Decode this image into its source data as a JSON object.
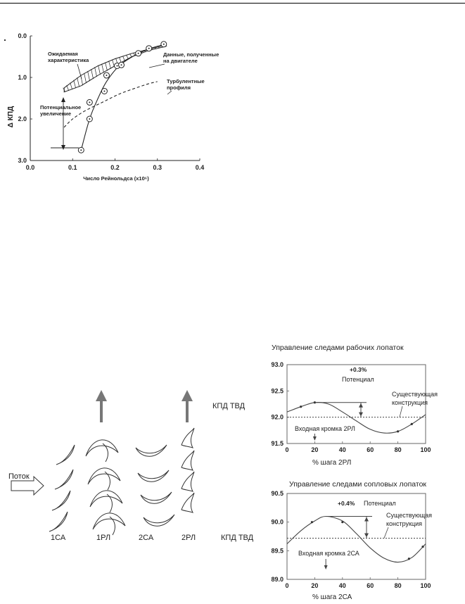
{
  "chart_data": [
    {
      "type": "scatter",
      "title": "",
      "xlabel": "Число Рейнольдса (x10⁶)",
      "ylabel": "Δ КПД",
      "xlim": [
        0.0,
        0.4
      ],
      "ylim": [
        0.0,
        3.0
      ],
      "y_inverted": true,
      "x_ticks": [
        "0.0",
        "0.1",
        "0.2",
        "0.3",
        "0.4"
      ],
      "y_ticks": [
        "0.0",
        "1.0",
        "2.0",
        "3.0"
      ],
      "series": [
        {
          "name": "Данные, полученные на двигателе",
          "style": "points",
          "points": [
            [
              0.12,
              2.75
            ],
            [
              0.14,
              1.6
            ],
            [
              0.14,
              2.0
            ],
            [
              0.175,
              1.33
            ],
            [
              0.18,
              0.95
            ],
            [
              0.205,
              0.72
            ],
            [
              0.215,
              0.7
            ],
            [
              0.255,
              0.42
            ],
            [
              0.28,
              0.3
            ],
            [
              0.315,
              0.2
            ]
          ]
        },
        {
          "style": "solid",
          "points": [
            [
              0.12,
              2.75
            ],
            [
              0.14,
              2.0
            ],
            [
              0.16,
              1.5
            ],
            [
              0.18,
              1.1
            ],
            [
              0.21,
              0.72
            ],
            [
              0.25,
              0.45
            ],
            [
              0.29,
              0.28
            ],
            [
              0.32,
              0.2
            ]
          ]
        },
        {
          "name": "Турбулентные профиля",
          "style": "dashed",
          "points": [
            [
              0.08,
              2.2
            ],
            [
              0.1,
              2.0
            ],
            [
              0.13,
              1.8
            ],
            [
              0.17,
              1.6
            ],
            [
              0.21,
              1.4
            ],
            [
              0.25,
              1.25
            ],
            [
              0.28,
              1.15
            ],
            [
              0.3,
              1.1
            ]
          ]
        }
      ],
      "band": {
        "name": "Ожидаемая характеристика",
        "upper": [
          [
            0.08,
            1.25
          ],
          [
            0.12,
            0.95
          ],
          [
            0.16,
            0.72
          ],
          [
            0.2,
            0.55
          ],
          [
            0.24,
            0.42
          ],
          [
            0.28,
            0.32
          ],
          [
            0.32,
            0.22
          ]
        ],
        "lower": [
          [
            0.08,
            1.35
          ],
          [
            0.12,
            1.2
          ],
          [
            0.16,
            0.95
          ],
          [
            0.2,
            0.72
          ],
          [
            0.24,
            0.5
          ],
          [
            0.28,
            0.35
          ],
          [
            0.32,
            0.25
          ]
        ]
      },
      "annotations": [
        "Ожидаемая характеристика",
        "Данные, полученные на двигателе",
        "Турбулентные профиля",
        "Потенциальное увеличение"
      ]
    },
    {
      "type": "line",
      "title": "Управление  следами рабочих лопаток",
      "xlabel": "% шага 2РЛ",
      "ylabel": "КПД ТВД",
      "xlim": [
        0,
        100
      ],
      "ylim": [
        91.5,
        93.0
      ],
      "x_ticks": [
        "0",
        "20",
        "40",
        "60",
        "80",
        "100"
      ],
      "y_ticks": [
        "93.0",
        "92.5",
        "92.0",
        "91.5"
      ],
      "baseline": 92.0,
      "series": [
        {
          "name": "",
          "points": [
            [
              0,
              92.1
            ],
            [
              10,
              92.2
            ],
            [
              20,
              92.28
            ],
            [
              30,
              92.25
            ],
            [
              40,
              92.1
            ],
            [
              50,
              91.93
            ],
            [
              60,
              91.77
            ],
            [
              70,
              91.7
            ],
            [
              80,
              91.73
            ],
            [
              90,
              91.87
            ],
            [
              100,
              92.05
            ]
          ]
        }
      ],
      "points": [
        [
          10,
          92.2
        ],
        [
          20,
          92.28
        ],
        [
          80,
          91.73
        ],
        [
          90,
          91.87
        ]
      ],
      "annotations": [
        "+0.3%",
        "Потенциал",
        "Существующая конструкция",
        "Входная кромка 2РЛ"
      ],
      "annotation_values": {
        "potential_gain": "+0.3%",
        "inlet_edge_x": 20
      }
    },
    {
      "type": "line",
      "title": "Управление  следами сопловых лопаток",
      "xlabel": "% шага 2СА",
      "ylabel": "КПД ТВД",
      "xlim": [
        0,
        100
      ],
      "ylim": [
        89.0,
        90.5
      ],
      "x_ticks": [
        "0",
        "20",
        "40",
        "60",
        "80",
        "100"
      ],
      "y_ticks": [
        "90.5",
        "90.0",
        "89.5",
        "89.0"
      ],
      "baseline": 89.72,
      "series": [
        {
          "name": "",
          "points": [
            [
              0,
              89.62
            ],
            [
              10,
              89.85
            ],
            [
              20,
              90.02
            ],
            [
              28,
              90.1
            ],
            [
              40,
              90.02
            ],
            [
              50,
              89.8
            ],
            [
              60,
              89.55
            ],
            [
              70,
              89.37
            ],
            [
              80,
              89.3
            ],
            [
              90,
              89.38
            ],
            [
              100,
              89.62
            ]
          ]
        }
      ],
      "points": [
        [
          18,
          90.0
        ],
        [
          40,
          90.0
        ],
        [
          88,
          89.36
        ],
        [
          98,
          89.57
        ]
      ],
      "annotations": [
        "+0.4%",
        "Потенциал",
        "Существующая конструкция",
        "Входная кромка 2СА"
      ],
      "annotation_values": {
        "potential_gain": "+0.4%",
        "inlet_edge_x": 28
      }
    }
  ],
  "labels": {
    "c1": {
      "expected_1": "Ожидаемая",
      "expected_2": "характеристика",
      "engine_1": "Данные, полученные",
      "engine_2": "на двигателе",
      "turb_1": "Турбулентные",
      "turb_2": "профиля",
      "pot_1": "Потенциальное",
      "pot_2": "увеличение",
      "ylabel": "Δ КПД",
      "xlabel": "Число Рейнольдса (x10⁶)"
    },
    "c2": {
      "title": "Управление  следами рабочих лопаток",
      "gain": "+0.3%",
      "potential": "Потенциал",
      "exist_1": "Существующая",
      "exist_2": "конструкция",
      "edge": "Входная кромка 2РЛ",
      "ylabel": "КПД ТВД",
      "xlabel": "% шага 2РЛ"
    },
    "c3": {
      "title": "Управление  следами сопловых лопаток",
      "gain": "+0.4%",
      "potential": "Потенциал",
      "exist_1": "Существующая",
      "exist_2": "конструкция",
      "edge": "Входная кромка 2СА",
      "ylabel": "КПД ТВД",
      "xlabel": "% шага 2СА"
    }
  },
  "turbine": {
    "flow_label": "Поток",
    "rows": [
      "1СА",
      "1РЛ",
      "2СА",
      "2РЛ"
    ]
  }
}
